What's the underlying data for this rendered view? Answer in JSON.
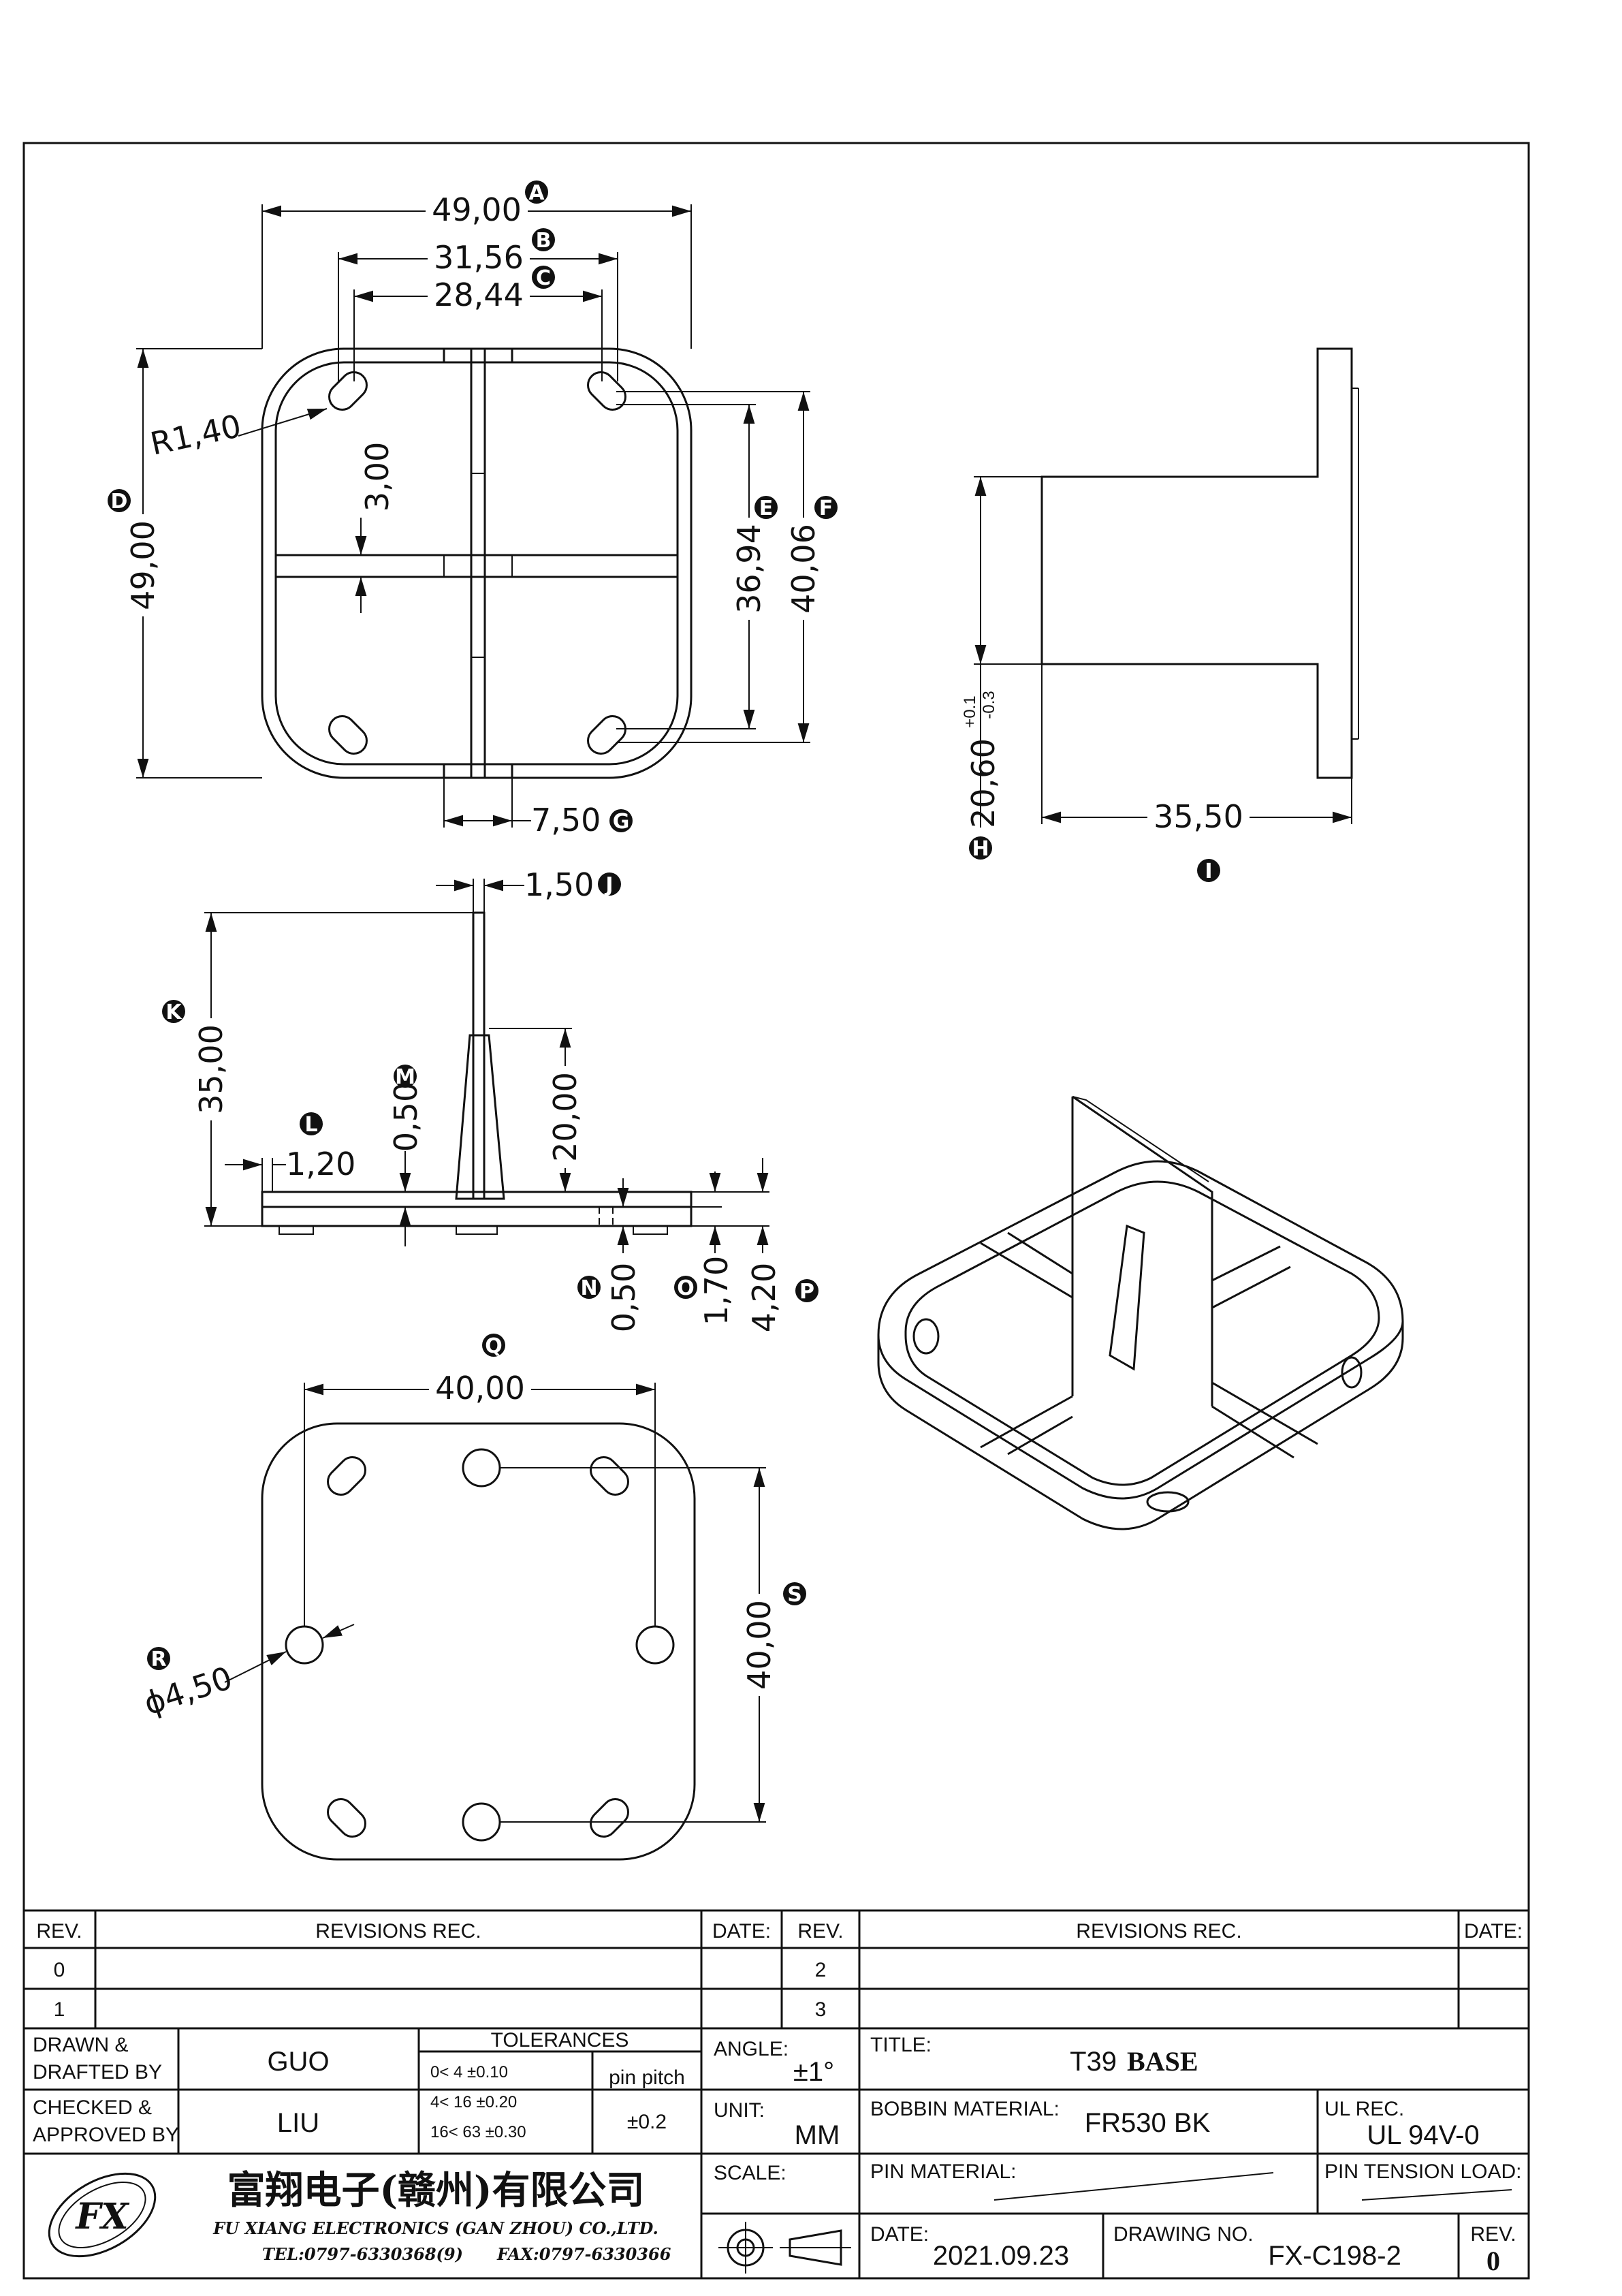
{
  "drawing": {
    "dimensions": {
      "A": "49,00",
      "B": "31,56",
      "C": "28,44",
      "D": "49,00",
      "E": "36,94",
      "F": "40,06",
      "G": "7,50",
      "H": "20,60",
      "H_tol_plus": "+0.1",
      "H_tol_minus": "-0.3",
      "I": "35,50",
      "J": "1,50",
      "K": "35,00",
      "L": "1,20",
      "M": "0,50",
      "M2": "20,00",
      "N": "0,50",
      "O": "1,70",
      "P": "4,20",
      "Q": "40,00",
      "R": "ϕ4,50",
      "S": "40,00",
      "radius": "R1,40",
      "rib": "3,00"
    },
    "balloons": [
      "A",
      "B",
      "C",
      "D",
      "E",
      "F",
      "G",
      "H",
      "I",
      "J",
      "K",
      "L",
      "M",
      "N",
      "O",
      "P",
      "Q",
      "R",
      "S"
    ]
  },
  "revisions": {
    "left_header": {
      "rev": "REV.",
      "desc": "REVISIONS   REC.",
      "date": "DATE:"
    },
    "right_header": {
      "rev": "REV.",
      "desc": "REVISIONS   REC.",
      "date": "DATE:"
    },
    "left_rows": [
      "0",
      "1"
    ],
    "right_rows": [
      "2",
      "3"
    ]
  },
  "title_block": {
    "drawn_label": "DRAWN &\nDRAFTED BY",
    "drawn_label_1": "DRAWN &",
    "drawn_label_2": "DRAFTED BY",
    "drawn_by": "GUO",
    "checked_label_1": "CHECKED &",
    "checked_label_2": "APPROVED BY",
    "checked_by": "LIU",
    "tolerances_title": "TOLERANCES",
    "tol_rows": [
      "0<  4   ±0.10",
      "4<  16  ±0.20",
      "16<  63  ±0.30"
    ],
    "pin_pitch_label": "pin pitch",
    "pin_pitch_value": "±0.2",
    "angle_label": "ANGLE:",
    "angle_value": "±1°",
    "unit_label": "UNIT:",
    "unit_value": "MM",
    "scale_label": "SCALE:",
    "title_label": "TITLE:",
    "title_value_1": "T39",
    "title_value_2": "BASE",
    "bobbin_material_label": "BOBBIN MATERIAL:",
    "bobbin_material_value": "FR530  BK",
    "ul_rec_label": "UL REC.",
    "ul_rec_value": "UL  94V-0",
    "pin_material_label": "PIN MATERIAL:",
    "pin_tension_label": "PIN TENSION LOAD:",
    "date_label": "DATE:",
    "date_value": "2021.09.23",
    "drawing_no_label": "DRAWING NO.",
    "drawing_no_value": "FX-C198-2",
    "rev_label": "REV.",
    "rev_value": "0",
    "company_cn": "富翔电子(赣州)有限公司",
    "company_en": "FU XIANG ELECTRONICS (GAN ZHOU) CO.,LTD.",
    "company_tel": "TEL:0797-6330368(9)",
    "company_fax": "FAX:0797-6330366",
    "logo_text": "FX"
  }
}
